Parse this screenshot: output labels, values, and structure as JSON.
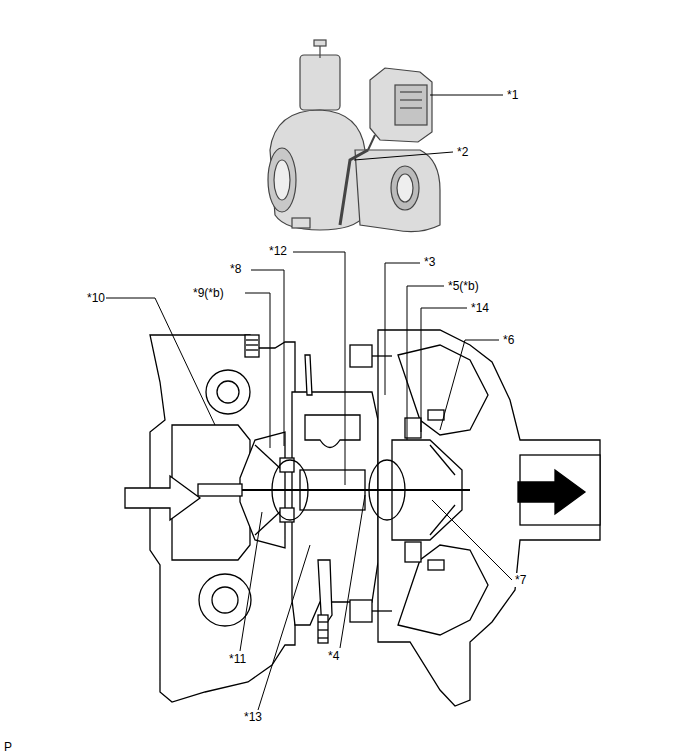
{
  "diagram": {
    "labels": [
      "*1",
      "*2",
      "*12",
      "*8",
      "*9(*b)",
      "*3",
      "*5(*b)",
      "*14",
      "*10",
      "*6",
      "*11",
      "*7",
      "*13",
      "*4",
      "P"
    ]
  }
}
